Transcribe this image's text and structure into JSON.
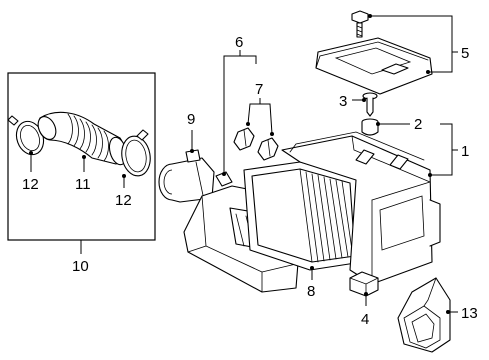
{
  "callouts": {
    "c1": "1",
    "c2": "2",
    "c3": "3",
    "c4": "4",
    "c5": "5",
    "c6": "6",
    "c7": "7",
    "c8": "8",
    "c9": "9",
    "c10": "10",
    "c11": "11",
    "c12a": "12",
    "c12b": "12",
    "c13": "13"
  }
}
